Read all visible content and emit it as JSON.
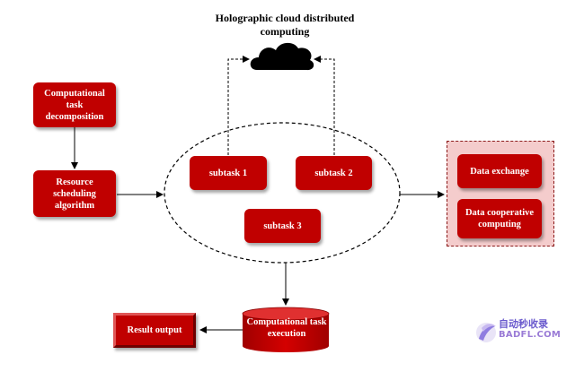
{
  "diagram": {
    "title": "Holographic cloud distributed computing",
    "nodes": {
      "task_decomposition": "Computational task decomposition",
      "resource_scheduling": "Resource scheduling algorithm",
      "subtask_1": "subtask 1",
      "subtask_2": "subtask 2",
      "subtask_3": "subtask 3",
      "data_exchange": "Data exchange",
      "data_cooperative": "Data cooperative computing",
      "task_execution": "Computational task execution",
      "result_output": "Result output"
    },
    "colors": {
      "node_fill": "#c00000",
      "panel_fill": "#f4cccc",
      "panel_border": "#8b1a1a"
    }
  },
  "watermark": {
    "cn": "自动秒收录",
    "en": "BADFL.COM"
  }
}
